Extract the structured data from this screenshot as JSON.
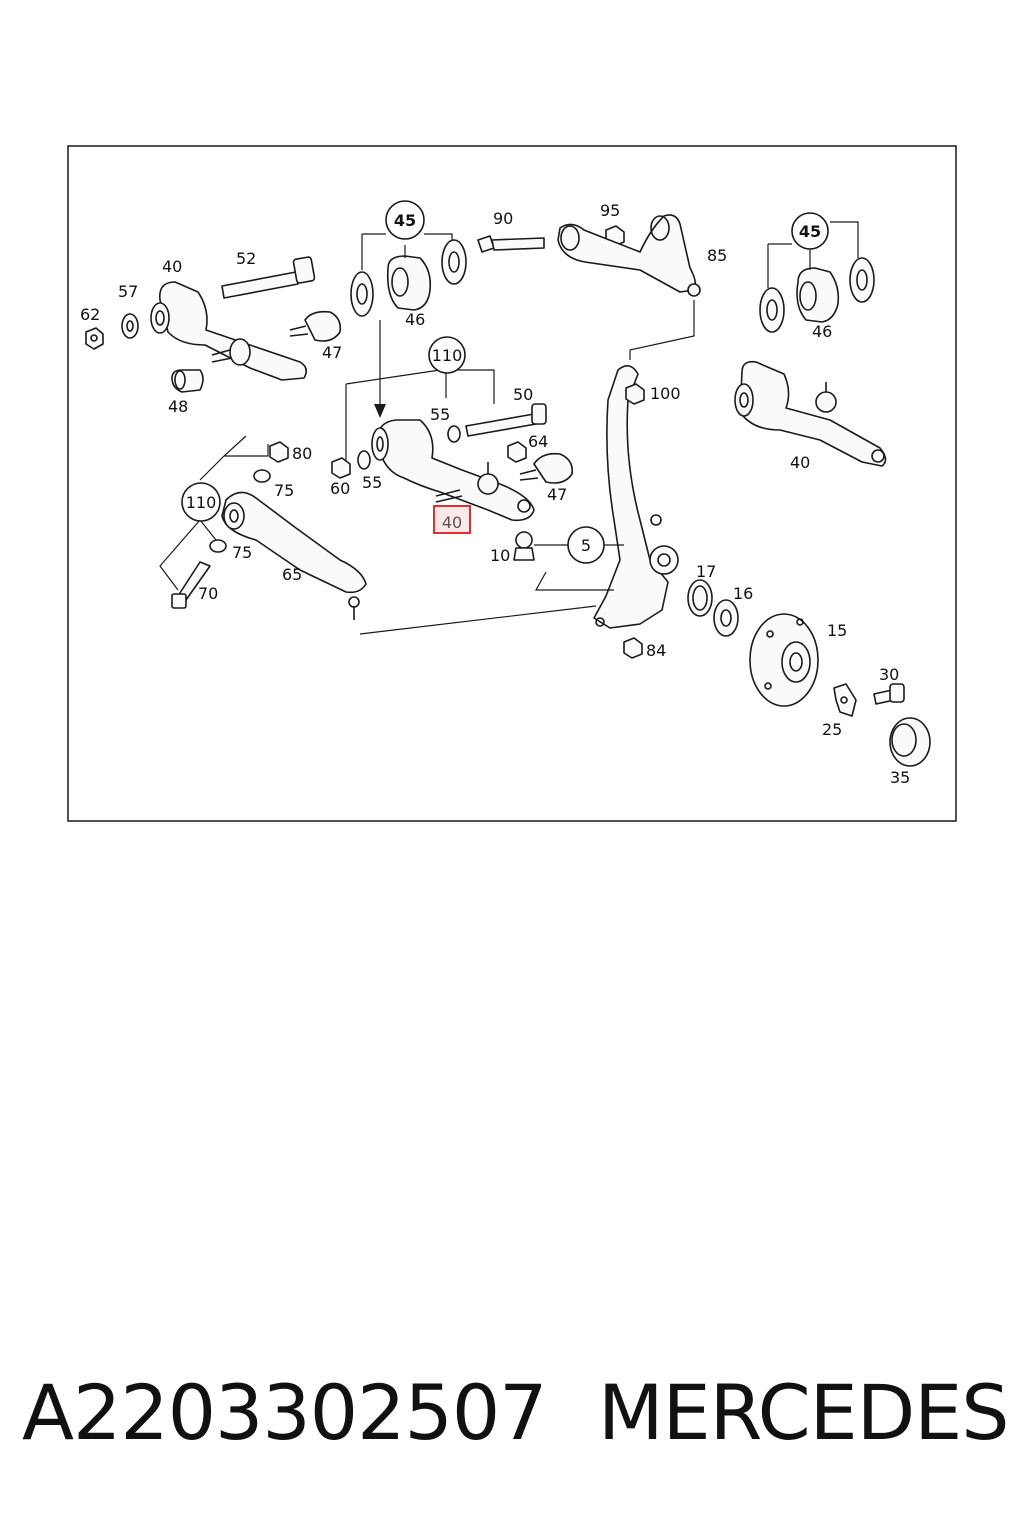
{
  "labels": {
    "c45a": "45",
    "l90": "90",
    "l95": "95",
    "c45b": "45",
    "l40a": "40",
    "l52": "52",
    "l57": "57",
    "l62": "62",
    "l46a": "46",
    "l85": "85",
    "l46b": "46",
    "l47a": "47",
    "c110a": "110",
    "l48": "48",
    "l50": "50",
    "l100": "100",
    "l55a": "55",
    "l64": "64",
    "l80": "80",
    "l60": "60",
    "l55b": "55",
    "l47b": "47",
    "l40b": "40",
    "l75a": "75",
    "c110b": "110",
    "l40c": "40",
    "l5": "5",
    "l10": "10",
    "l75b": "75",
    "l17": "17",
    "l65": "65",
    "l16": "16",
    "l70": "70",
    "l15": "15",
    "l84": "84",
    "l30": "30",
    "l25": "25",
    "l35": "35"
  },
  "highlight": {
    "color": "#e03030",
    "label_key": "l40b"
  },
  "caption": {
    "part_number": "A2203302507",
    "brand": "MERCEDES"
  }
}
